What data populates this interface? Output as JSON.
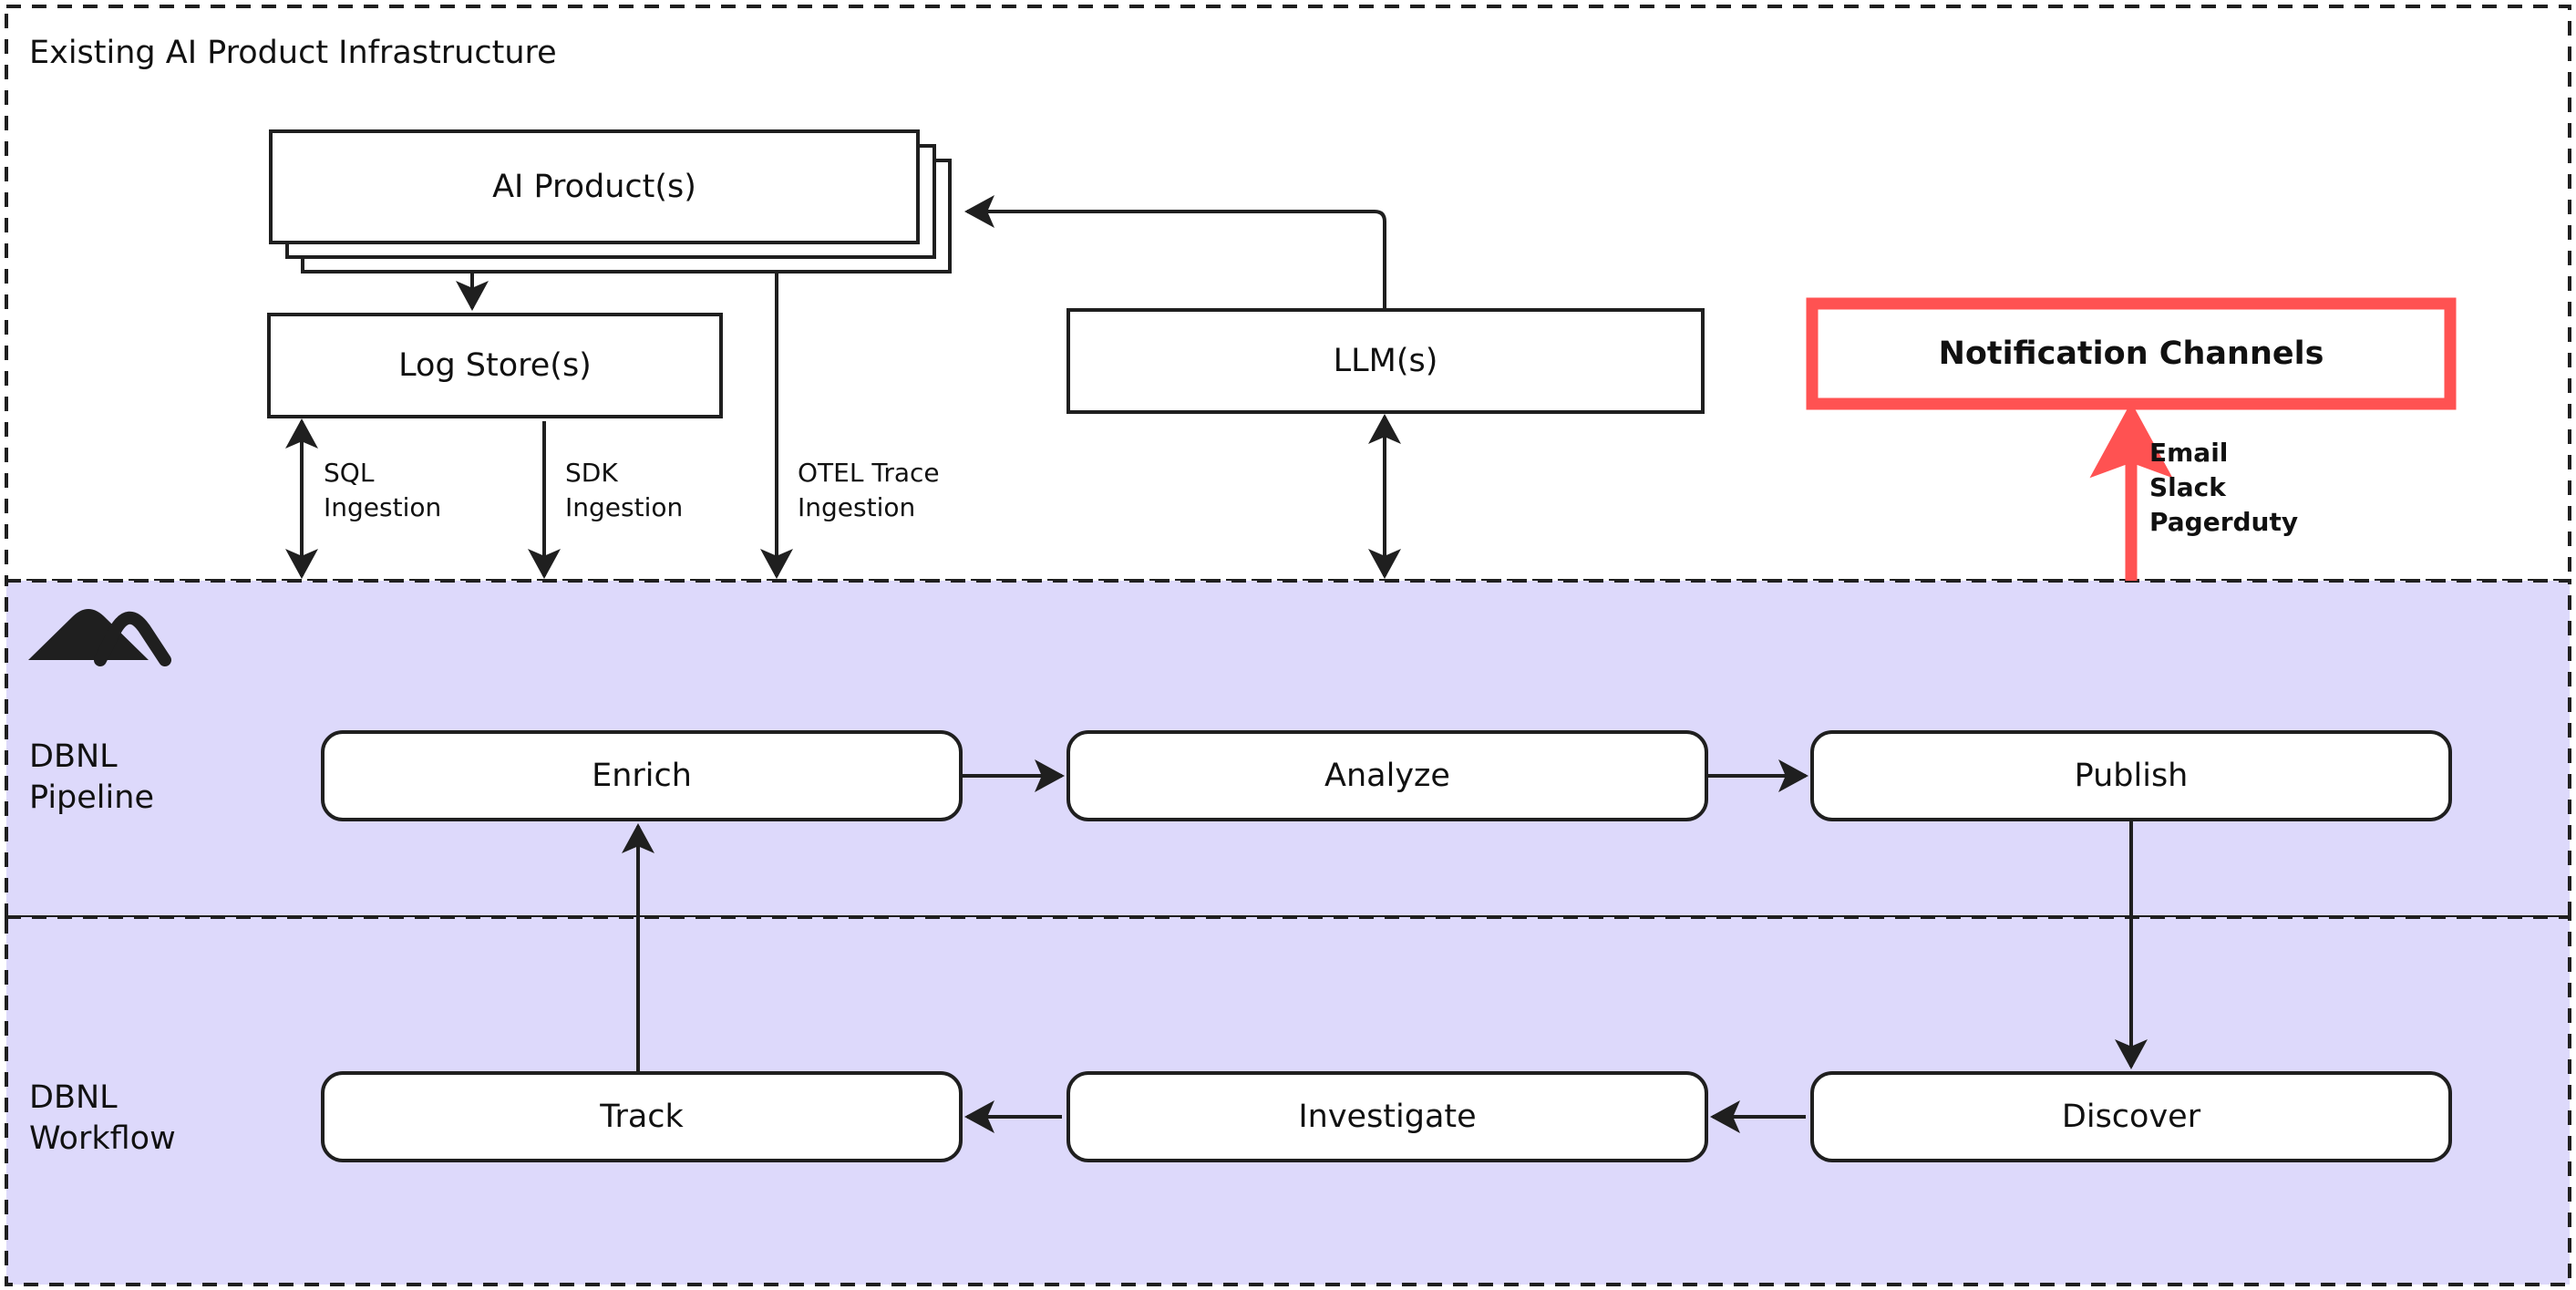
{
  "diagram": {
    "title_visible": false,
    "colors": {
      "page_background": "#ffffff",
      "zone_fill": "#ddd9fb",
      "zone_border": "#1f1f1f",
      "node_stroke": "#1f1f1f",
      "node_fill": "#ffffff",
      "accent_red": "#ff5252",
      "text": "#111111"
    }
  },
  "zones": [
    {
      "id": "existing-infra",
      "label": "Existing AI Product Infrastructure",
      "fill": "#ffffff",
      "border_style": "dashed"
    },
    {
      "id": "dbnl-pipeline",
      "label": "DBNL\nPipeline",
      "fill": "#ddd9fb",
      "border_style": "dashed",
      "logo": "dbnl-mountain-logo"
    },
    {
      "id": "dbnl-workflow",
      "label": "DBNL\nWorkflow",
      "fill": "#ddd9fb",
      "border_style": "dashed"
    }
  ],
  "nodes": {
    "ai_products": {
      "label": "AI Product(s)",
      "shape": "stacked-rect",
      "stack_count": 3
    },
    "log_stores": {
      "label": "Log Store(s)",
      "shape": "rect"
    },
    "llms": {
      "label": "LLM(s)",
      "shape": "rect"
    },
    "notification_channels": {
      "label": "Notification Channels",
      "shape": "rect",
      "emphasis": "red",
      "bold": true
    },
    "enrich": {
      "label": "Enrich",
      "shape": "rounded-rect"
    },
    "analyze": {
      "label": "Analyze",
      "shape": "rounded-rect"
    },
    "publish": {
      "label": "Publish",
      "shape": "rounded-rect"
    },
    "discover": {
      "label": "Discover",
      "shape": "rounded-rect"
    },
    "investigate": {
      "label": "Investigate",
      "shape": "rounded-rect"
    },
    "track": {
      "label": "Track",
      "shape": "rounded-rect"
    }
  },
  "edge_labels": {
    "sql_ingestion": "SQL\nIngestion",
    "sdk_ingestion": "SDK\nIngestion",
    "otel_trace_ingestion": "OTEL Trace\nIngestion",
    "notification_targets": "Email\nSlack\nPagerduty"
  },
  "edges": [
    {
      "from": "ai_products",
      "to": "log_stores",
      "direction": "one-way"
    },
    {
      "from": "llms",
      "to": "ai_products",
      "direction": "one-way"
    },
    {
      "from": "log_stores",
      "to": "dbnl-pipeline",
      "direction": "two-way",
      "label_key": "sql_ingestion"
    },
    {
      "from": "log_stores",
      "to": "dbnl-pipeline",
      "direction": "one-way",
      "label_key": "sdk_ingestion"
    },
    {
      "from": "ai_products",
      "to": "dbnl-pipeline",
      "direction": "one-way",
      "label_key": "otel_trace_ingestion"
    },
    {
      "from": "llms",
      "to": "dbnl-pipeline",
      "direction": "two-way"
    },
    {
      "from": "dbnl-pipeline",
      "to": "notification_channels",
      "direction": "one-way",
      "color": "#ff5252",
      "label_key": "notification_targets"
    },
    {
      "from": "enrich",
      "to": "analyze",
      "direction": "one-way"
    },
    {
      "from": "analyze",
      "to": "publish",
      "direction": "one-way"
    },
    {
      "from": "publish",
      "to": "discover",
      "direction": "one-way"
    },
    {
      "from": "discover",
      "to": "investigate",
      "direction": "one-way"
    },
    {
      "from": "investigate",
      "to": "track",
      "direction": "one-way"
    },
    {
      "from": "track",
      "to": "enrich",
      "direction": "one-way"
    }
  ]
}
